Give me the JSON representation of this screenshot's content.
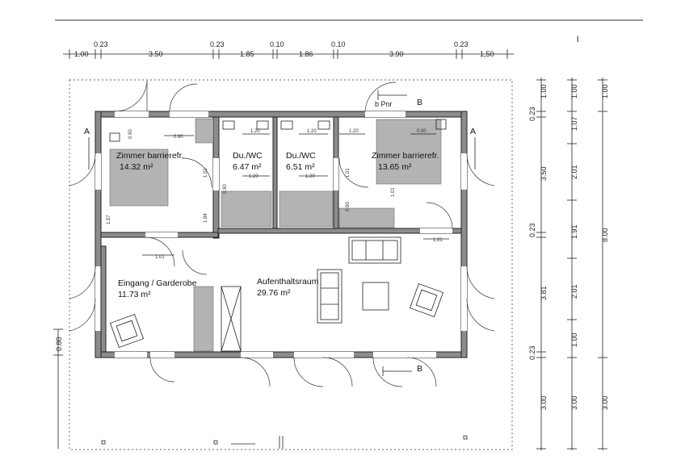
{
  "top_dims": [
    "1.00",
    "0.23",
    "3.50",
    "0.23",
    "1.85",
    "0.10",
    "1.86",
    "0.10",
    "3.90",
    "0.23",
    "1,50"
  ],
  "right_dims_1": [
    "0.23",
    "3.50",
    "0.23",
    "3.81",
    "0.23",
    "3.00"
  ],
  "right_dims_2": [
    "1.00",
    "1.07",
    "2.01",
    "1.91",
    "2.01",
    "1.00",
    "3.00"
  ],
  "right_dims_3": [
    "1.00",
    "8.00",
    "3.00"
  ],
  "left_dim": "0.80",
  "rooms": {
    "room_left": {
      "name": "Zimmer barrierefr.",
      "area": "14.32 m²"
    },
    "bath_left": {
      "name": "Du./WC",
      "area": "6.47 m²"
    },
    "bath_right": {
      "name": "Du./WC",
      "area": "6.51 m²"
    },
    "room_right": {
      "name": "Zimmer barrierefr.",
      "area": "13.65 m²"
    },
    "entrance": {
      "name": "Eingang / Garderobe",
      "area": "11.73 m²"
    },
    "living": {
      "name": "Aufenthaltsraum",
      "area": "29.76 m²"
    }
  },
  "section_marks": {
    "a_left": "A",
    "a_right": "A",
    "b_top": "B",
    "b_bottom": "B",
    "b_top_note": "b Pnr"
  },
  "inner_dims": [
    "0.90",
    "0.90",
    "1.20",
    "1.20",
    "1.20",
    "0.90",
    "1.01",
    "1.01",
    "1.84",
    "1.57",
    "1.01",
    "1.01",
    "1.01",
    "0.90",
    "1.20",
    "1.20",
    "1.01",
    "0.90",
    "1.01"
  ],
  "corner_mark": "l"
}
